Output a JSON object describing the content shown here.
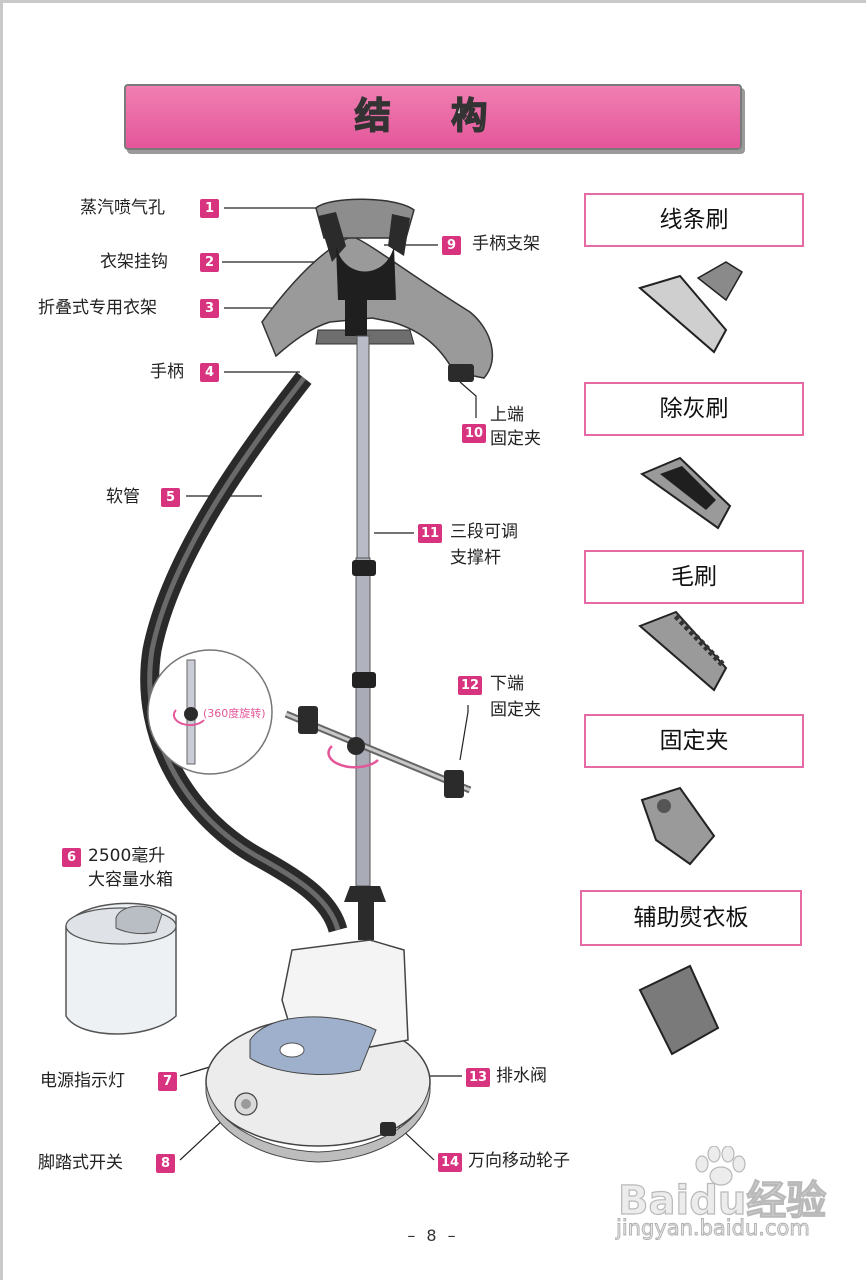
{
  "title": "结  构",
  "parts": [
    {
      "num": "1",
      "label": "蒸汽喷气孔"
    },
    {
      "num": "2",
      "label": "衣架挂钩"
    },
    {
      "num": "3",
      "label": "折叠式专用衣架"
    },
    {
      "num": "4",
      "label": "手柄"
    },
    {
      "num": "5",
      "label": "软管"
    },
    {
      "num": "6",
      "label": "2500毫升",
      "label2": "大容量水箱"
    },
    {
      "num": "7",
      "label": "电源指示灯"
    },
    {
      "num": "8",
      "label": "脚踏式开关"
    },
    {
      "num": "9",
      "label": "手柄支架"
    },
    {
      "num": "10",
      "label": "上端",
      "label2": "固定夹"
    },
    {
      "num": "11",
      "label": "三段可调",
      "label2": "支撑杆"
    },
    {
      "num": "12",
      "label": "下端",
      "label2": "固定夹"
    },
    {
      "num": "13",
      "label": "排水阀"
    },
    {
      "num": "14",
      "label": "万向移动轮子"
    }
  ],
  "rotation_note": "(360度旋转)",
  "accessories": [
    {
      "label": "线条刷"
    },
    {
      "label": "除灰刷"
    },
    {
      "label": "毛刷"
    },
    {
      "label": "固定夹"
    },
    {
      "label": "辅助熨衣板"
    }
  ],
  "page_number": "– 8 –",
  "watermark": {
    "logo": "Baidu经验",
    "url": "jingyan.baidu.com"
  },
  "colors": {
    "accent": "#e4569a",
    "badge": "#d8337e",
    "box_border": "#e66aa4"
  }
}
